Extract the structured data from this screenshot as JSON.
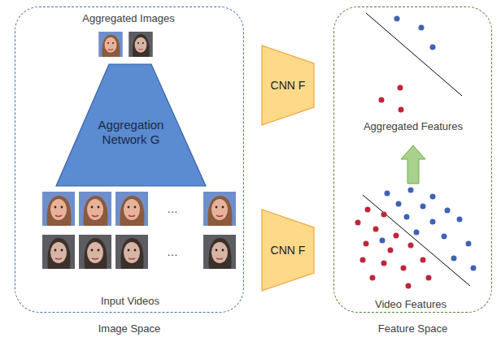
{
  "diagram": {
    "nodes": [
      {
        "text": [
          "Image Space"
        ]
      },
      {
        "text": [
          "Aggregation Network G"
        ],
        "in": 0
      },
      {
        "text": [
          "CNN F"
        ]
      },
      {
        "text": [
          "CNN F"
        ]
      },
      {
        "text": [
          "Feature Space"
        ]
      }
    ],
    "labels": [
      "Aggregated Images",
      "…",
      "…",
      "Input Videos",
      "Aggregated Features",
      "Video Features"
    ]
  }
}
